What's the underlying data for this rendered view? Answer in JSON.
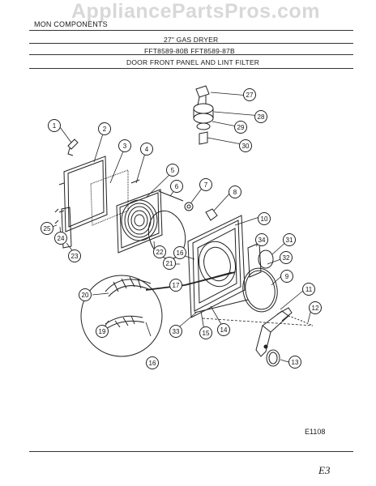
{
  "header": {
    "model_line": "MON  COMPONENTS",
    "watermark": "AppliancePartsPros.com",
    "product": "27\" GAS DRYER",
    "models": "FFT8589-80B  FFT8589-87B",
    "section": "DOOR FRONT PANEL AND LINT FILTER"
  },
  "footer": {
    "drawing_code": "E1108",
    "page_mark": "E3"
  },
  "callouts": [
    {
      "num": "1"
    },
    {
      "num": "2"
    },
    {
      "num": "3"
    },
    {
      "num": "4"
    },
    {
      "num": "5"
    },
    {
      "num": "6"
    },
    {
      "num": "7"
    },
    {
      "num": "8"
    },
    {
      "num": "9"
    },
    {
      "num": "10"
    },
    {
      "num": "11"
    },
    {
      "num": "12"
    },
    {
      "num": "13"
    },
    {
      "num": "14"
    },
    {
      "num": "15"
    },
    {
      "num": "16"
    },
    {
      "num": "17"
    },
    {
      "num": "16"
    },
    {
      "num": "19"
    },
    {
      "num": "20"
    },
    {
      "num": "21"
    },
    {
      "num": "22"
    },
    {
      "num": "23"
    },
    {
      "num": "24"
    },
    {
      "num": "25"
    },
    {
      "num": "27"
    },
    {
      "num": "28"
    },
    {
      "num": "29"
    },
    {
      "num": "30"
    },
    {
      "num": "31"
    },
    {
      "num": "32"
    },
    {
      "num": "33"
    },
    {
      "num": "34"
    }
  ]
}
